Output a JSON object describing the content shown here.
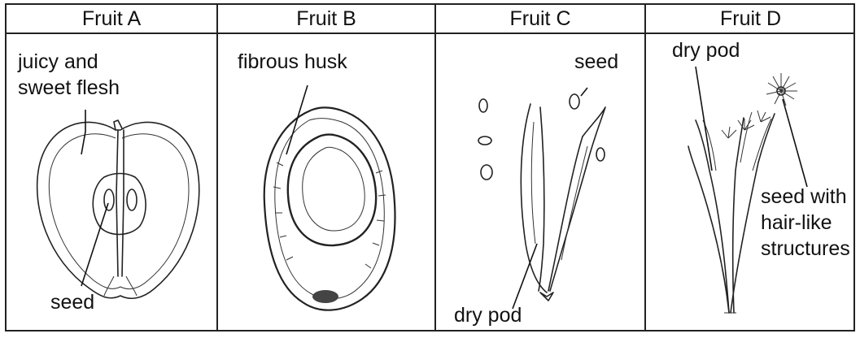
{
  "headers": [
    "Fruit A",
    "Fruit B",
    "Fruit C",
    "Fruit D"
  ],
  "fruit_a": {
    "flesh_label_1": "juicy and",
    "flesh_label_2": "sweet flesh",
    "seed_label": "seed"
  },
  "fruit_b": {
    "husk_label": "fibrous husk"
  },
  "fruit_c": {
    "seed_label": "seed",
    "pod_label": "dry pod"
  },
  "fruit_d": {
    "pod_label": "dry pod",
    "seed_label_1": "seed with",
    "seed_label_2": "hair-like",
    "seed_label_3": "structures"
  }
}
